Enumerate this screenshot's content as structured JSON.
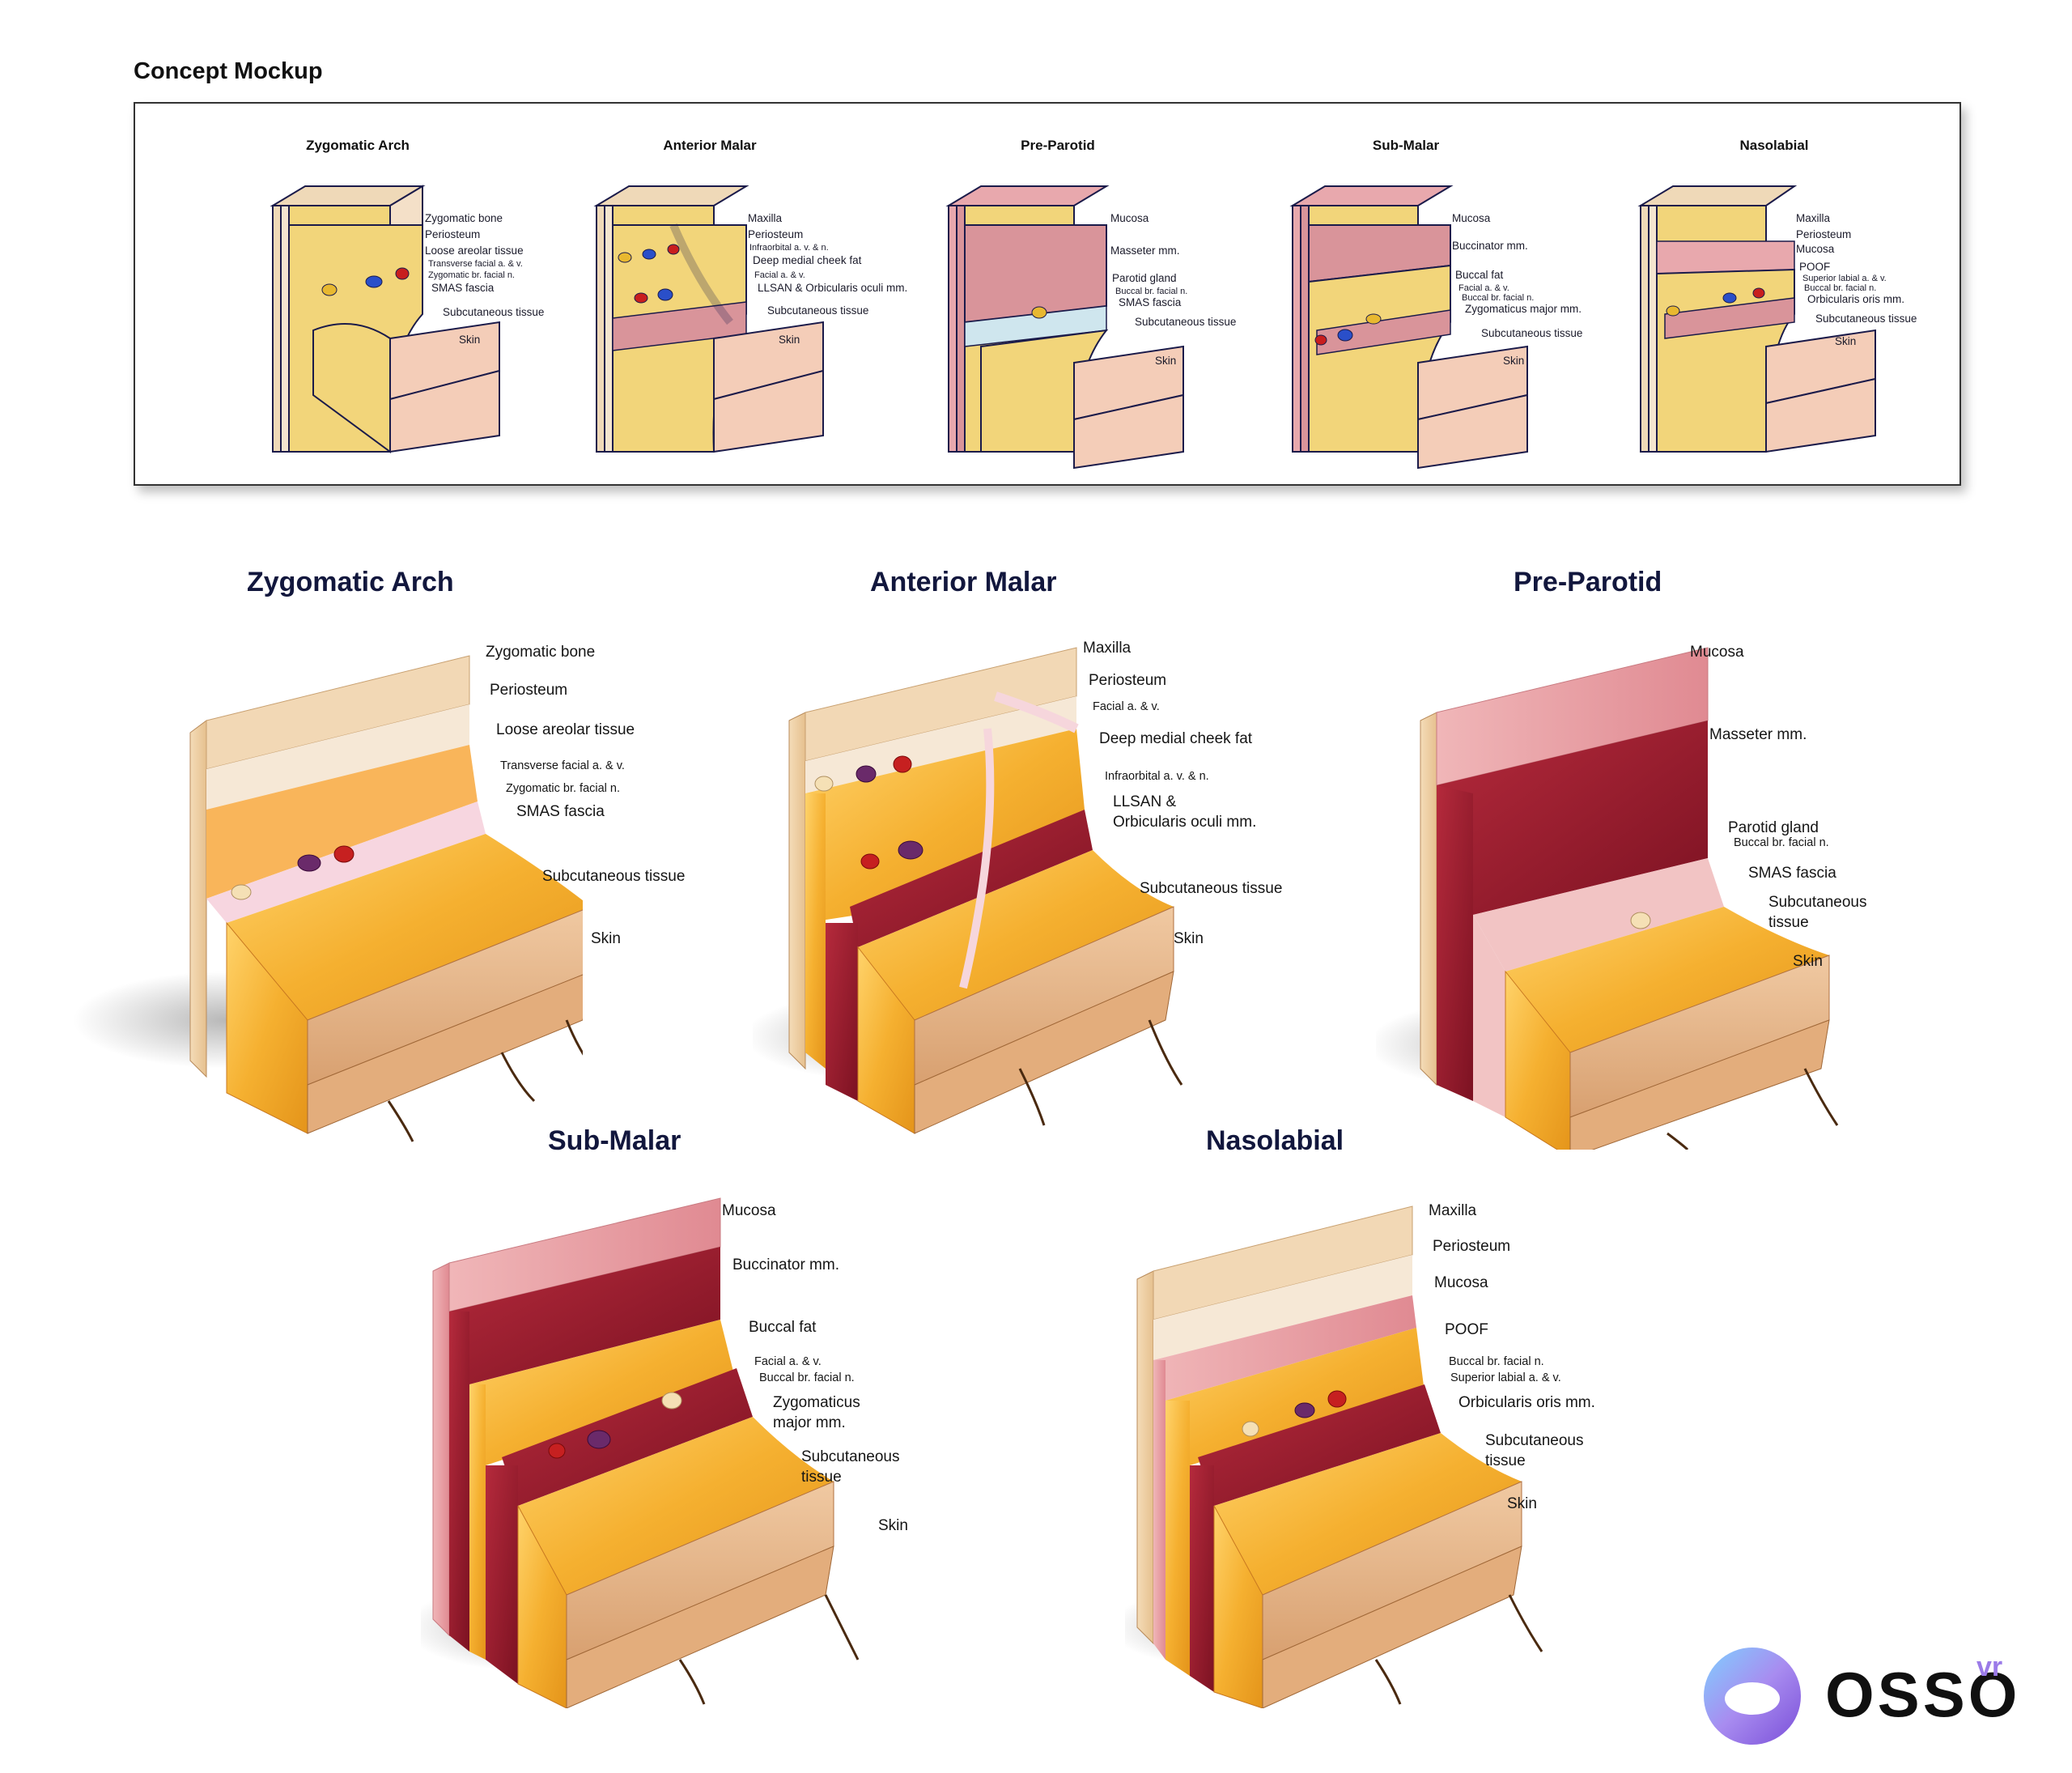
{
  "concept": {
    "heading": "Concept Mockup",
    "mockups": [
      {
        "title": "Zygomatic Arch",
        "labels": [
          "Zygomatic bone",
          "Periosteum",
          "Loose areolar tissue",
          "Transverse facial a. & v.",
          "Zygomatic br. facial n.",
          "SMAS fascia",
          "Subcutaneous tissue",
          "Skin"
        ]
      },
      {
        "title": "Anterior Malar",
        "labels": [
          "Maxilla",
          "Periosteum",
          "Infraorbital a. v. & n.",
          "Deep medial cheek fat",
          "Facial a. & v.",
          "LLSAN & Orbicularis oculi mm.",
          "Subcutaneous tissue",
          "Skin"
        ]
      },
      {
        "title": "Pre-Parotid",
        "labels": [
          "Mucosa",
          "Masseter mm.",
          "Parotid gland",
          "Buccal br. facial n.",
          "SMAS fascia",
          "Subcutaneous tissue",
          "Skin"
        ]
      },
      {
        "title": "Sub-Malar",
        "labels": [
          "Mucosa",
          "Buccinator mm.",
          "Buccal fat",
          "Facial a. & v.",
          "Buccal br. facial n.",
          "Zygomaticus major mm.",
          "Subcutaneous tissue",
          "Skin"
        ]
      },
      {
        "title": "Nasolabial",
        "labels": [
          "Maxilla",
          "Periosteum",
          "Mucosa",
          "POOF",
          "Superior labial a. & v.",
          "Buccal br. facial n.",
          "Orbicularis oris mm.",
          "Subcutaneous tissue",
          "Skin"
        ]
      }
    ]
  },
  "sections": [
    {
      "title": "Zygomatic Arch",
      "labels": [
        "Zygomatic bone",
        "Periosteum",
        "Loose areolar tissue",
        "Transverse facial a. & v.",
        "Zygomatic br. facial n.",
        "SMAS fascia",
        "Subcutaneous tissue",
        "Skin"
      ]
    },
    {
      "title": "Anterior Malar",
      "labels": [
        "Maxilla",
        "Periosteum",
        "Facial a. & v.",
        "Deep medial cheek fat",
        "Infraorbital a. v. & n.",
        "LLSAN &",
        "Orbicularis oculi mm.",
        "Subcutaneous tissue",
        "Skin"
      ]
    },
    {
      "title": "Pre-Parotid",
      "labels": [
        "Mucosa",
        "Masseter mm.",
        "Parotid gland",
        "Buccal br. facial n.",
        "SMAS fascia",
        "Subcutaneous",
        "tissue",
        "Skin"
      ]
    },
    {
      "title": "Sub-Malar",
      "labels": [
        "Mucosa",
        "Buccinator mm.",
        "Buccal fat",
        "Facial a. & v.",
        "Buccal br. facial n.",
        "Zygomaticus",
        "major mm.",
        "Subcutaneous",
        "tissue",
        "Skin"
      ]
    },
    {
      "title": "Nasolabial",
      "labels": [
        "Maxilla",
        "Periosteum",
        "Mucosa",
        "POOF",
        "Buccal br. facial n.",
        "Superior labial a. & v.",
        "Orbicularis oris mm.",
        "Subcutaneous",
        "tissue",
        "Skin"
      ]
    }
  ],
  "logo": {
    "text": "OSSO",
    "superscript": "vr"
  },
  "colors": {
    "fat": "#f5b030",
    "muscle": "#9e1e30",
    "mucosa": "#e89aa0",
    "bone": "#efd9b8",
    "skin": "#e8b890",
    "mockup_fat": "#f2d57a",
    "mockup_skin": "#f4cdb8",
    "mockup_muscle": "#d9949a",
    "mockup_fascia": "#cfe6ee",
    "artery": "#c81e1e",
    "vein": "#2a4fc9",
    "nerve": "#e8b830"
  }
}
